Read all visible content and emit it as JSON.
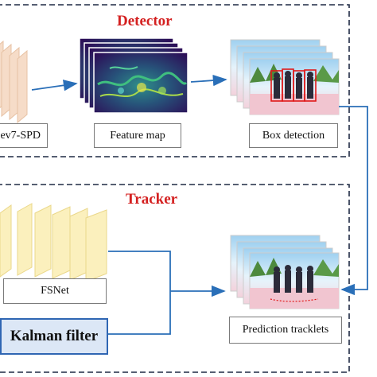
{
  "detector": {
    "title": "Detector",
    "backbone_label": "ev7-SPD",
    "feature_map_label": "Feature map",
    "box_detection_label": "Box detection"
  },
  "tracker": {
    "title": "Tracker",
    "fsnet_label": "FSNet",
    "kalman_label": "Kalman filter",
    "prediction_label": "Prediction tracklets"
  },
  "colors": {
    "panel_border": "#1f2a44",
    "title": "#d42020",
    "arrow": "#2a6fb8",
    "backbone_layer": "#f6dcc8",
    "fsnet_layer": "#fbf0bd",
    "feature_map_base": "#2c0e57",
    "feature_map_accent": "#3fbf7f",
    "kalman_fill": "#dce7f6",
    "kalman_border": "#2f66b3",
    "detection_box": "#e01818"
  },
  "icons": [
    "arrow-right-icon",
    "feature-map-stack",
    "photo-stack"
  ]
}
